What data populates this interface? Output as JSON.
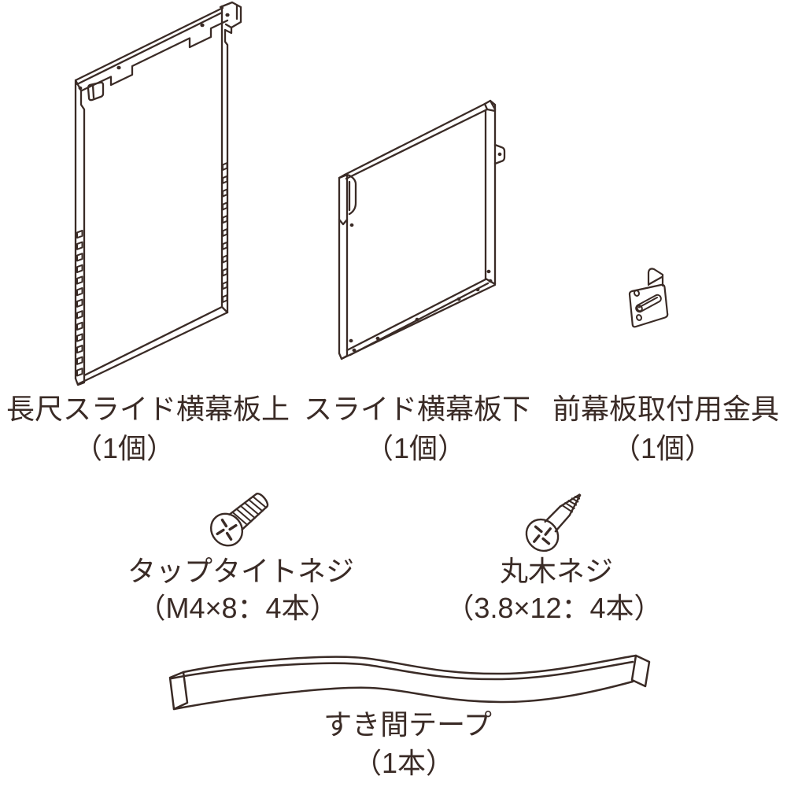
{
  "figure": {
    "title": "同梱部品一覧",
    "type": "parts-diagram",
    "line_color": "#3a2b26",
    "background": "#ffffff"
  },
  "parts": [
    {
      "id": "panel-upper",
      "label": "長尺スライド横幕板上",
      "qty": "（1個）",
      "icon": "long-slide-panel-upper-illustration"
    },
    {
      "id": "panel-lower",
      "label": "スライド横幕板下",
      "qty": "（1個）",
      "icon": "slide-panel-lower-illustration"
    },
    {
      "id": "bracket",
      "label": "前幕板取付用金具",
      "qty": "（1個）",
      "icon": "front-panel-mounting-bracket-illustration"
    },
    {
      "id": "tapping-screw",
      "label": "タップタイトネジ",
      "qty": "（M4×8：4本）",
      "icon": "tap-tight-screw-illustration"
    },
    {
      "id": "wood-screw",
      "label": "丸木ネジ",
      "qty": "（3.8×12：4本）",
      "icon": "round-wood-screw-illustration"
    },
    {
      "id": "gap-tape",
      "label": "すき間テープ",
      "qty": "（1本）",
      "icon": "gap-tape-illustration"
    }
  ]
}
